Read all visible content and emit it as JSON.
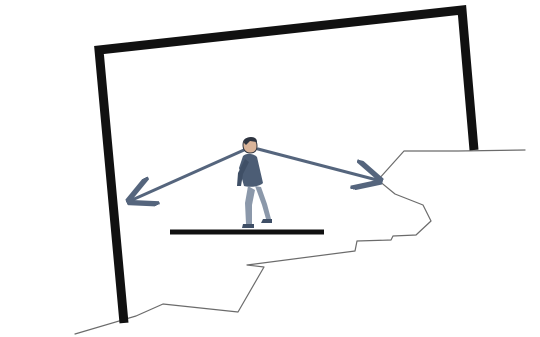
{
  "figure": {
    "colors": {
      "background": "#ffffff",
      "frame": "#111111",
      "platform": "#111111",
      "arrow": "#55657d",
      "outline": "#6b6b6b",
      "figure_dark": "#3f4f66",
      "figure_mid": "#5f7088",
      "figure_light": "#8b98aa",
      "skin": "#d9b49a"
    },
    "elements": {
      "frame": "rectangular-frame",
      "platform": "horizontal-platform",
      "person": "walking-person",
      "left_arrow": "arrow-left",
      "right_arrow": "arrow-right",
      "outline": "irregular-boundary"
    }
  }
}
